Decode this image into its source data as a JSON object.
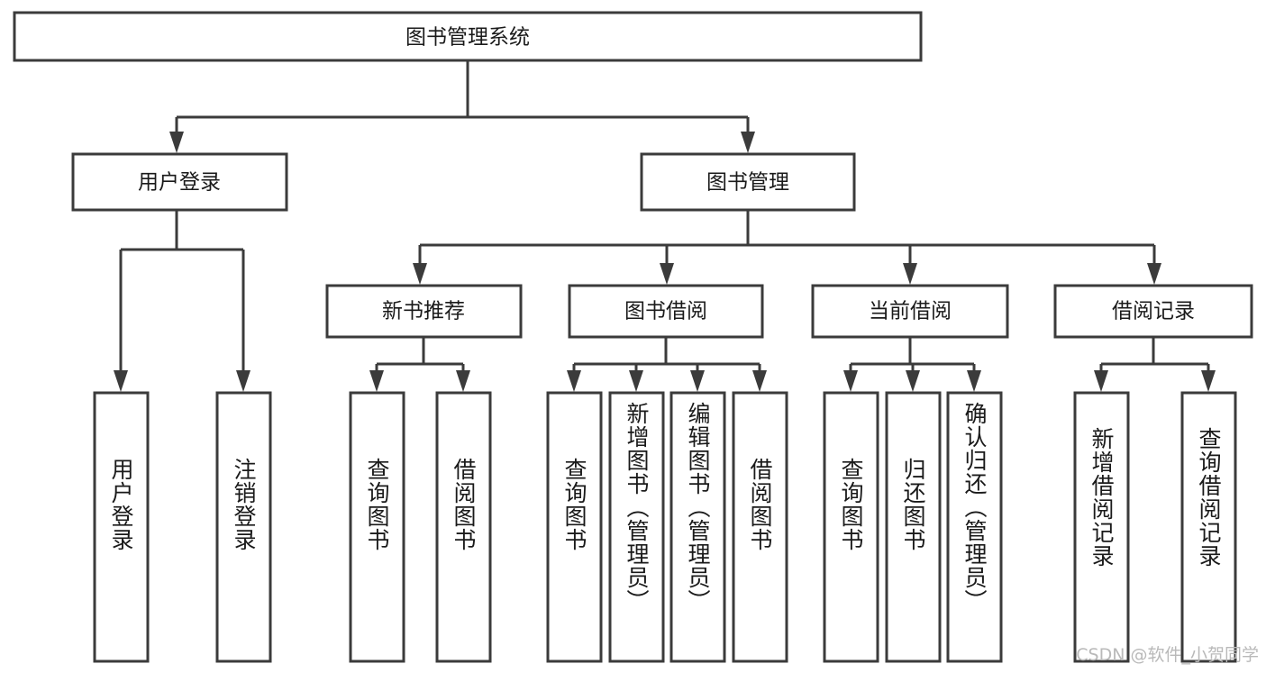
{
  "diagram": {
    "type": "tree-hierarchy-chart",
    "title": "图书管理系统",
    "root": {
      "id": "root",
      "label": "图书管理系统",
      "level": 0
    },
    "level1": [
      {
        "id": "user-login",
        "label": "用户登录"
      },
      {
        "id": "book-management",
        "label": "图书管理"
      }
    ],
    "level2": [
      {
        "id": "new-book-recommend",
        "label": "新书推荐",
        "parent": "book-management"
      },
      {
        "id": "book-borrow",
        "label": "图书借阅",
        "parent": "book-management"
      },
      {
        "id": "current-borrow",
        "label": "当前借阅",
        "parent": "book-management"
      },
      {
        "id": "borrow-record",
        "label": "借阅记录",
        "parent": "book-management"
      }
    ],
    "leaves": [
      {
        "id": "leaf-user-login",
        "label": "用户登录",
        "parent": "user-login"
      },
      {
        "id": "leaf-logout-login",
        "label": "注销登录",
        "parent": "user-login"
      },
      {
        "id": "leaf-query-book-1",
        "label": "查询图书",
        "parent": "new-book-recommend"
      },
      {
        "id": "leaf-borrow-book-1",
        "label": "借阅图书",
        "parent": "new-book-recommend"
      },
      {
        "id": "leaf-query-book-2",
        "label": "查询图书",
        "parent": "book-borrow"
      },
      {
        "id": "leaf-add-book",
        "label": "新增图书（管理员）",
        "parent": "book-borrow"
      },
      {
        "id": "leaf-edit-book",
        "label": "编辑图书（管理员）",
        "parent": "book-borrow"
      },
      {
        "id": "leaf-borrow-book-2",
        "label": "借阅图书",
        "parent": "book-borrow"
      },
      {
        "id": "leaf-query-book-3",
        "label": "查询图书",
        "parent": "current-borrow"
      },
      {
        "id": "leaf-return-book",
        "label": "归还图书",
        "parent": "current-borrow"
      },
      {
        "id": "leaf-confirm-return",
        "label": "确认归还（管理员）",
        "parent": "current-borrow"
      },
      {
        "id": "leaf-add-record",
        "label": "新增借阅记录",
        "parent": "borrow-record"
      },
      {
        "id": "leaf-query-record",
        "label": "查询借阅记录",
        "parent": "borrow-record"
      }
    ],
    "colors": {
      "box_stroke": "#3b3b3b",
      "box_fill": "#ffffff",
      "text": "#1a1a1a",
      "background": "#ffffff",
      "watermark": "#b9b9b9"
    }
  },
  "watermark": {
    "text": "CSDN @软件_小贺同学"
  }
}
